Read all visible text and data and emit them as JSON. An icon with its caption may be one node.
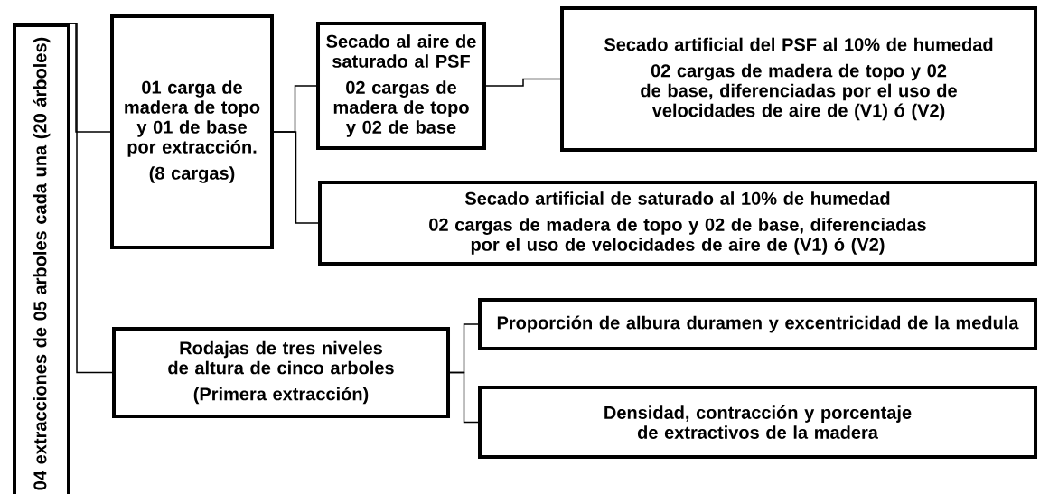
{
  "diagram": {
    "nodes": [
      {
        "text": [
          "04 extracciones de 05 arboles cada una (20 árboles)"
        ]
      },
      {
        "text": [
          "01 carga de madera de topo y 01 de base por extracción.",
          "(8 cargas)"
        ]
      },
      {
        "text": [
          "Secado al aire de saturado al PSF",
          "02 cargas de madera de topo y 02 de base"
        ]
      },
      {
        "text": [
          "Secado artificial del PSF al 10% de humedad",
          "02 cargas de madera de topo y 02 de base, diferenciadas por el uso de velocidades de aire de (V1) ó (V2)"
        ]
      },
      {
        "text": [
          "Secado artificial de saturado al 10% de humedad",
          "02 cargas de madera de topo y 02 de base, diferenciadas por el uso de velocidades de aire de (V1) ó (V2)"
        ]
      },
      {
        "text": [
          "Rodajas de tres niveles de altura de cinco arboles",
          "(Primera extracción)"
        ]
      },
      {
        "text": [
          "Proporción de albura duramen y excentricidad de la medula"
        ]
      },
      {
        "text": [
          "Densidad, contracción y porcentaje de extractivos de la madera"
        ]
      }
    ],
    "edges": [
      {
        "from": 0,
        "to": 1,
        "arrow": "none"
      },
      {
        "from": 0,
        "to": 5,
        "arrow": "none"
      },
      {
        "from": 1,
        "to": 2,
        "arrow": "none"
      },
      {
        "from": 1,
        "to": 4,
        "arrow": "none"
      },
      {
        "from": 2,
        "to": 3,
        "arrow": "none"
      },
      {
        "from": 5,
        "to": 6,
        "arrow": "none"
      },
      {
        "from": 5,
        "to": 7,
        "arrow": "none"
      }
    ]
  }
}
